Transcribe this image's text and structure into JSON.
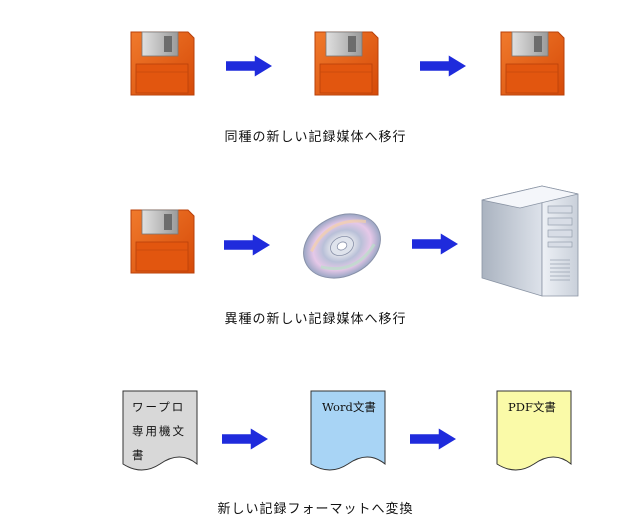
{
  "rows": [
    {
      "caption": "同種の新しい記録媒体へ移行"
    },
    {
      "caption": "異種の新しい記録媒体へ移行"
    },
    {
      "caption": "新しい記録フォーマットへ変換"
    }
  ],
  "documents": {
    "wordpro": {
      "line1": "ワープロ",
      "line2": "専用機文",
      "line3": "書"
    },
    "word": {
      "label": "Word文書"
    },
    "pdf": {
      "label": "PDF文書"
    }
  },
  "colors": {
    "floppy": "#e85a12",
    "arrow": "#1f2bdc",
    "wordpro_doc": "#d8d8d8",
    "word_doc": "#a8d4f5",
    "pdf_doc": "#fafaa8"
  }
}
